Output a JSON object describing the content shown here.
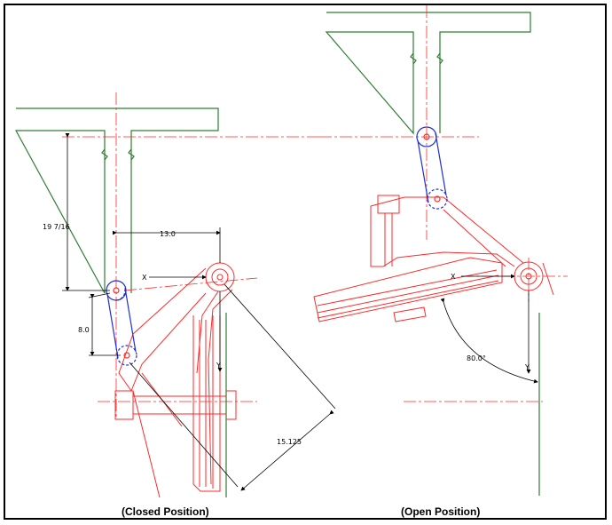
{
  "colors": {
    "structure": "#2e7d32",
    "mechanism": "#ff2a2a",
    "link": "#1f2fd6",
    "dimension": "#000000"
  },
  "closed": {
    "caption": "(Closed Position)",
    "dim_vertical": "19 7/16",
    "dim_horizontal": "13.0",
    "dim_link": "8.0",
    "dim_diagonal": "15.125",
    "x_axis": "X",
    "y_axis": "Y"
  },
  "open": {
    "caption": "(Open Position)",
    "angle": "80.0°",
    "x_axis": "X",
    "y_axis": "Y"
  }
}
